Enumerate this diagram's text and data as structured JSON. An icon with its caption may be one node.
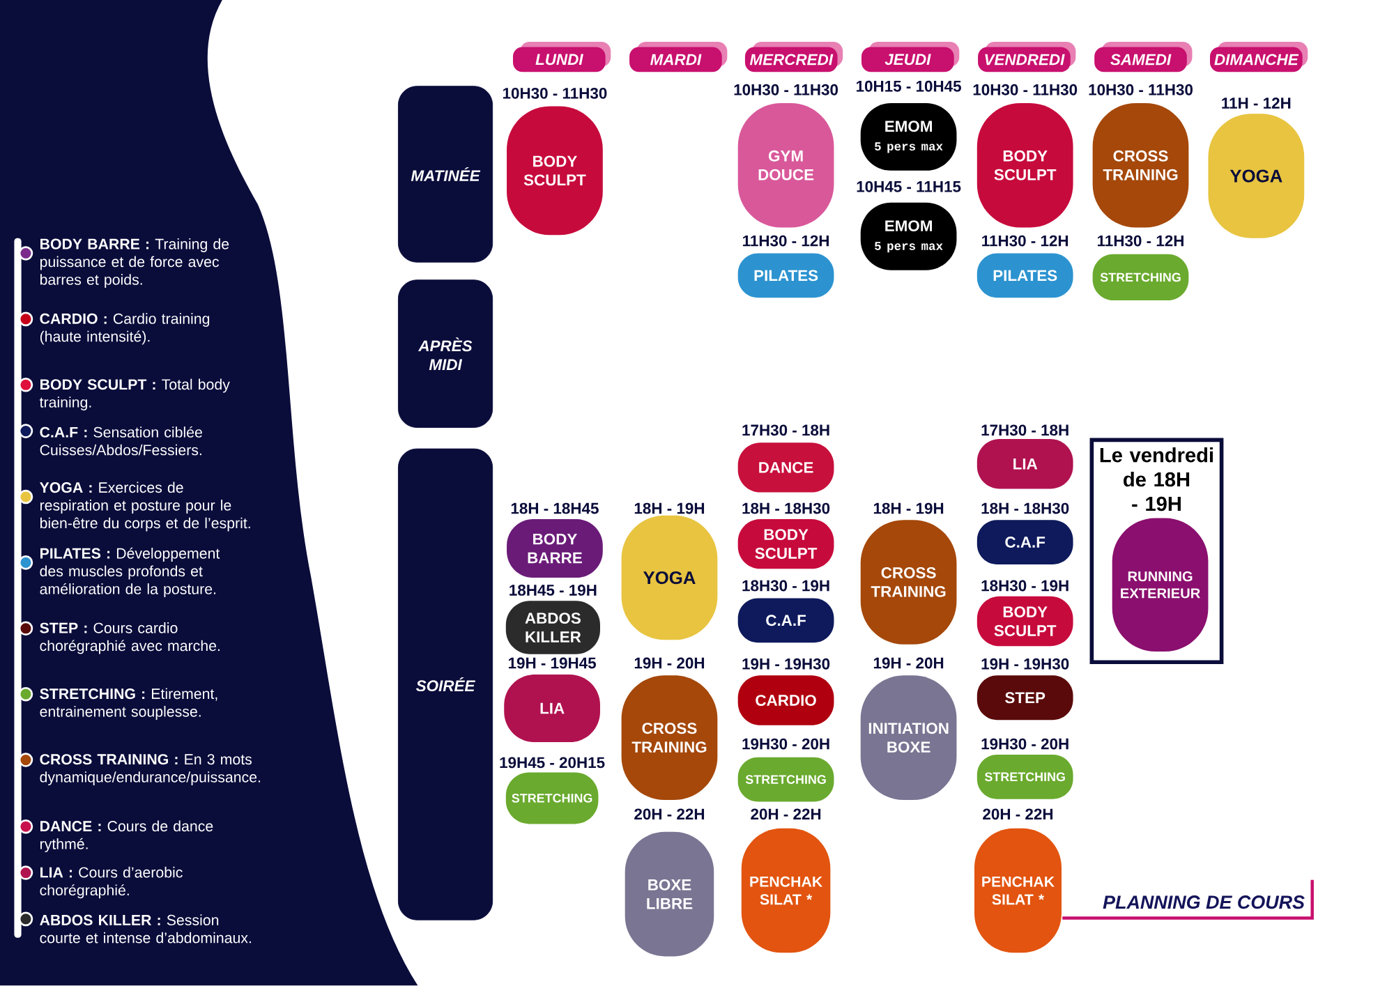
{
  "diagram": {
    "title": "PLANNING DE COURS",
    "nodes": [
      {
        "text": [
          "LUNDI"
        ]
      },
      {
        "text": [
          "MARDI"
        ]
      },
      {
        "text": [
          "MERCREDI"
        ]
      },
      {
        "text": [
          "JEUDI"
        ]
      },
      {
        "text": [
          "VENDREDI"
        ]
      },
      {
        "text": [
          "SAMEDI"
        ]
      },
      {
        "text": [
          "DIMANCHE"
        ]
      },
      {
        "text": [
          "MATINÉE"
        ]
      },
      {
        "text": [
          "APRÈS MIDI"
        ]
      },
      {
        "text": [
          "SOIRÉE"
        ]
      },
      {
        "text": [
          "BODY SCULPT"
        ],
        "beside": [
          "10H30 - 11H30"
        ]
      },
      {
        "text": [
          "BODY BARRE"
        ],
        "beside": [
          "18H - 18H45"
        ]
      },
      {
        "text": [
          "ABDOS KILLER"
        ],
        "beside": [
          "18H45 - 19H"
        ]
      },
      {
        "text": [
          "LIA"
        ],
        "beside": [
          "19H - 19H45"
        ]
      },
      {
        "text": [
          "STRETCHING"
        ],
        "beside": [
          "19H45 - 20H15"
        ]
      },
      {
        "text": [
          "YOGA"
        ],
        "beside": [
          "18H - 19H"
        ]
      },
      {
        "text": [
          "CROSS TRAINING"
        ],
        "beside": [
          "19H - 20H"
        ]
      },
      {
        "text": [
          "BOXE LIBRE"
        ],
        "beside": [
          "20H - 22H"
        ]
      },
      {
        "text": [
          "GYM DOUCE"
        ],
        "beside": [
          "10H30 - 11H30"
        ]
      },
      {
        "text": [
          "PILATES"
        ],
        "beside": [
          "11H30 - 12H"
        ]
      },
      {
        "text": [
          "DANCE"
        ],
        "beside": [
          "17H30 - 18H"
        ]
      },
      {
        "text": [
          "BODY SCULPT"
        ],
        "beside": [
          "18H - 18H30"
        ]
      },
      {
        "text": [
          "C.A.F"
        ],
        "beside": [
          "18H30 - 19H"
        ]
      },
      {
        "text": [
          "CARDIO"
        ],
        "beside": [
          "19H - 19H30"
        ]
      },
      {
        "text": [
          "STRETCHING"
        ],
        "beside": [
          "19H30 - 20H"
        ]
      },
      {
        "text": [
          "PENCHAK SILAT *"
        ],
        "beside": [
          "20H - 22H"
        ]
      },
      {
        "text": [
          "EMOM",
          "5 pers max"
        ],
        "beside": [
          "10H15 - 10H45"
        ]
      },
      {
        "text": [
          "EMOM",
          "5 pers max"
        ],
        "beside": [
          "10H45 - 11H15"
        ]
      },
      {
        "text": [
          "CROSS TRAINING"
        ],
        "beside": [
          "18H - 19H"
        ]
      },
      {
        "text": [
          "INITIATION BOXE"
        ],
        "beside": [
          "19H - 20H"
        ]
      },
      {
        "text": [
          "BODY SCULPT"
        ],
        "beside": [
          "10H30 - 11H30"
        ]
      },
      {
        "text": [
          "PILATES"
        ],
        "beside": [
          "11H30 - 12H"
        ]
      },
      {
        "text": [
          "LIA"
        ],
        "beside": [
          "17H30 - 18H"
        ]
      },
      {
        "text": [
          "C.A.F"
        ],
        "beside": [
          "18H - 18H30"
        ]
      },
      {
        "text": [
          "BODY SCULPT"
        ],
        "beside": [
          "18H30 - 19H"
        ]
      },
      {
        "text": [
          "STEP"
        ],
        "beside": [
          "19H - 19H30"
        ]
      },
      {
        "text": [
          "STRETCHING"
        ],
        "beside": [
          "19H30 - 20H"
        ]
      },
      {
        "text": [
          "PENCHAK SILAT *"
        ],
        "beside": [
          "20H - 22H"
        ]
      },
      {
        "text": [
          "CROSS TRAINING"
        ],
        "beside": [
          "10H30 - 11H30"
        ]
      },
      {
        "text": [
          "STRETCHING"
        ],
        "beside": [
          "11H30 - 12H"
        ]
      },
      {
        "text": [
          "YOGA"
        ],
        "beside": [
          "11H - 12H"
        ]
      },
      {
        "text": [
          "Le vendredi de 18H - 19H"
        ]
      },
      {
        "text": [
          "RUNNING EXTERIEUR"
        ],
        "in": 41
      }
    ],
    "legend": [
      {
        "text": "**BODY BARRE :** Training de puissance et de force avec barres et poids.",
        "color": "#7b2a8c"
      },
      {
        "text": "**CARDIO :** Cardio training (haute intensité).",
        "color": "#c40018"
      },
      {
        "text": "**BODY SCULPT :** Total body training.",
        "color": "#e0103c"
      },
      {
        "text": "**C.A.F :** Sensation ciblée Cuisses/Abdos/Fessiers.",
        "color": "#0e1a5c"
      },
      {
        "text": "**YOGA :** Exercices de respiration et posture pour le bien-être du corps et de l’esprit.",
        "color": "#e8c440"
      },
      {
        "text": "**PILATES :** Développement des muscles profonds et amélioration de la posture.",
        "color": "#2c93d0"
      },
      {
        "text": "**STEP :** Cours cardio chorégraphié avec marche.",
        "color": "#5a0a0a"
      },
      {
        "text": "**STRETCHING :** Etirement, entrainement souplesse.",
        "color": "#6aaa2e"
      },
      {
        "text": "**CROSS TRAINING :** En 3 mots dynamique/endurance/puissance.",
        "color": "#a5480a"
      },
      {
        "text": "**DANCE :** Cours de dance rythmé.",
        "color": "#c8104c"
      },
      {
        "text": "**LIA :** Cours d’aerobic chorégraphié.",
        "color": "#b0124f"
      },
      {
        "text": "**ABDOS KILLER :** Session courte et intense d’abdominaux.",
        "color": "#2b2b2b"
      }
    ]
  }
}
